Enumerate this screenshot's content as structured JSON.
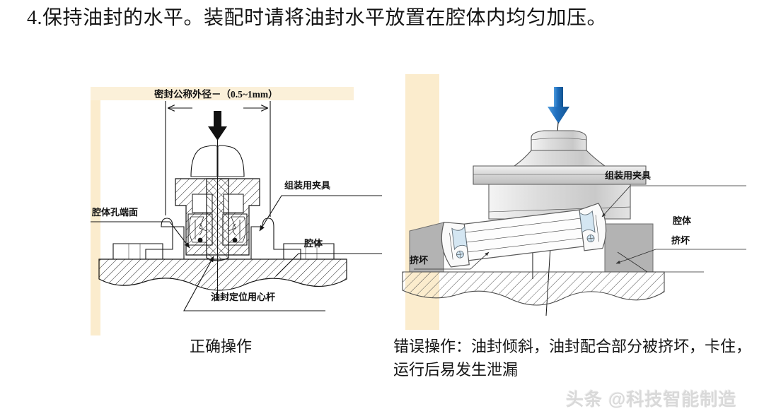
{
  "heading": {
    "text": "4.保持油封的水平。装配时请将油封水平放置在腔体内均匀加压。"
  },
  "figure": {
    "left_panel": {
      "name": "correct-installation-diagram",
      "banner_text": "密封公称外径－（0.5~1mm）",
      "labels": [
        {
          "id": "cavity-bore-face",
          "text": "腔体孔端面"
        },
        {
          "id": "assembly-fixture",
          "text": "组装用夹具"
        },
        {
          "id": "cavity",
          "text": "腔体"
        },
        {
          "id": "centering-mandrel",
          "text": "油封定位用心杆"
        }
      ],
      "arrow": {
        "id": "press-force-arrow",
        "color": "#111111",
        "direction": "down"
      }
    },
    "right_panel": {
      "name": "incorrect-installation-diagram",
      "labels": [
        {
          "id": "crushed-left",
          "text": "挤坏"
        },
        {
          "id": "assembly-fixture",
          "text": "组装用夹具"
        },
        {
          "id": "cavity",
          "text": "腔体"
        },
        {
          "id": "crushed-right",
          "text": "挤坏"
        }
      ],
      "arrow": {
        "id": "press-force-arrow",
        "color": "#1f6fbf",
        "direction": "down"
      }
    }
  },
  "captions": {
    "left": "正确操作",
    "right": "错误操作：油封倾斜，油封配合部分被挤坏，卡住，运行后易发生泄漏"
  },
  "watermark": {
    "text": "头条 @科技智能制造"
  },
  "colors": {
    "page_background": "#ffffff",
    "banner_beige": "#fbf0d9",
    "strip_beige": "#fbeccd",
    "ink": "#151515",
    "blue_arrow": "#1f6fbf",
    "gray_metal": "#b3b3b3",
    "light_metal": "#d8d8d8"
  }
}
